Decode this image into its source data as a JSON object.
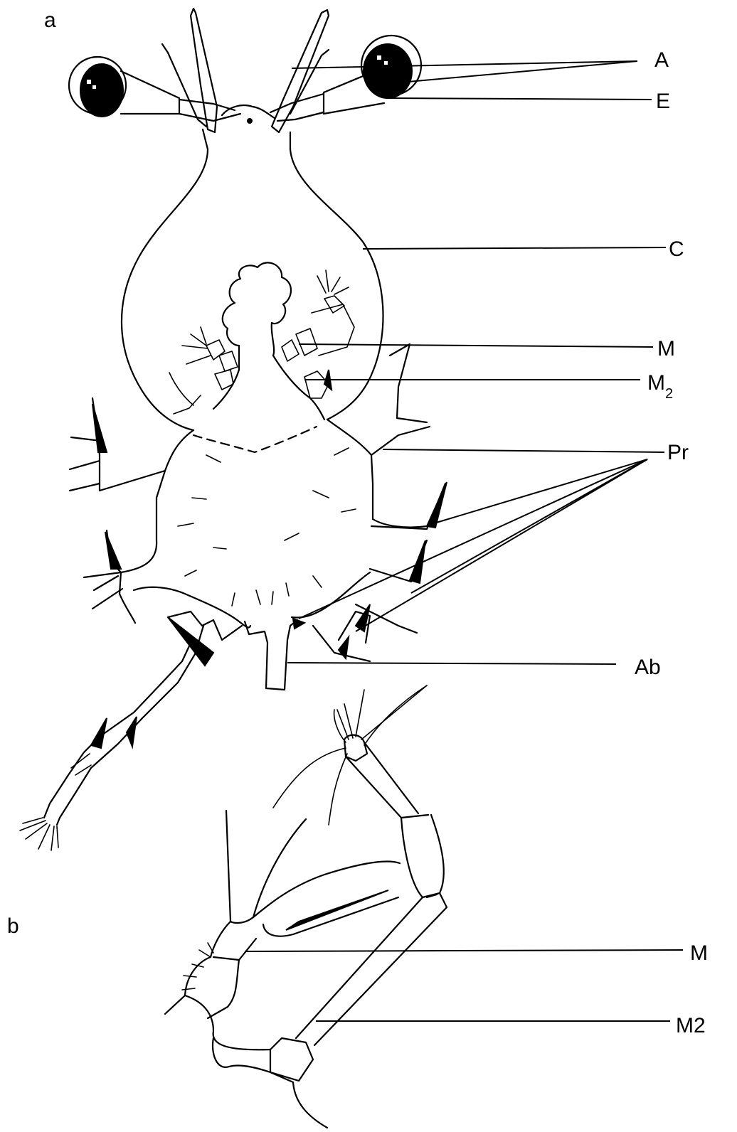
{
  "panels": {
    "a": {
      "letter": "a"
    },
    "b": {
      "letter": "b"
    }
  },
  "labels": {
    "A": "A",
    "E": "E",
    "C": "C",
    "M": "M",
    "M2_base": "M",
    "M2_sub": "2",
    "Pr": "Pr",
    "Ab": "Ab",
    "b_M": "M",
    "b_M2": "M2"
  },
  "colors": {
    "ink": "#000000",
    "paper": "#ffffff"
  }
}
